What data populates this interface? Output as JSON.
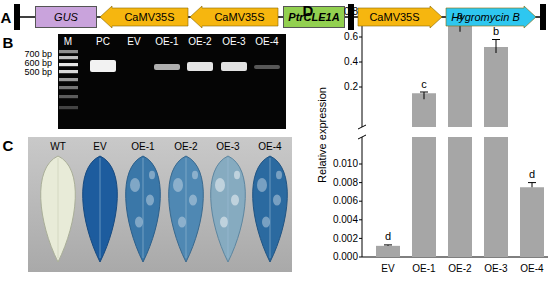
{
  "diagram": {
    "nodes": [
      {
        "text": [
          "GUS"
        ]
      },
      {
        "text": [
          "CaMV35S"
        ]
      },
      {
        "text": [
          "CaMV35S"
        ]
      },
      {
        "text": [
          "PtrCLE1A"
        ]
      },
      {
        "text": [
          "CaMV35S"
        ]
      },
      {
        "text": [
          "Hygromycin B"
        ]
      }
    ],
    "labels": [
      "A",
      "B",
      "M",
      "PC",
      "EV",
      "OE-1",
      "OE-2",
      "OE-3",
      "OE-4",
      "700 bp",
      "600 bp",
      "500 bp",
      "C",
      "WT",
      "EV",
      "OE-1",
      "OE-2",
      "OE-3",
      "OE-4",
      "D",
      "Relative expression",
      "0.8",
      "0.6",
      "0.4",
      "0.2",
      "0.010",
      "0.008",
      "0.006",
      "0.004",
      "0.002",
      "0.000",
      "d",
      "c",
      "a",
      "b",
      "d",
      "EV",
      "OE-1",
      "OE-2",
      "OE-3",
      "OE-4"
    ]
  }
}
